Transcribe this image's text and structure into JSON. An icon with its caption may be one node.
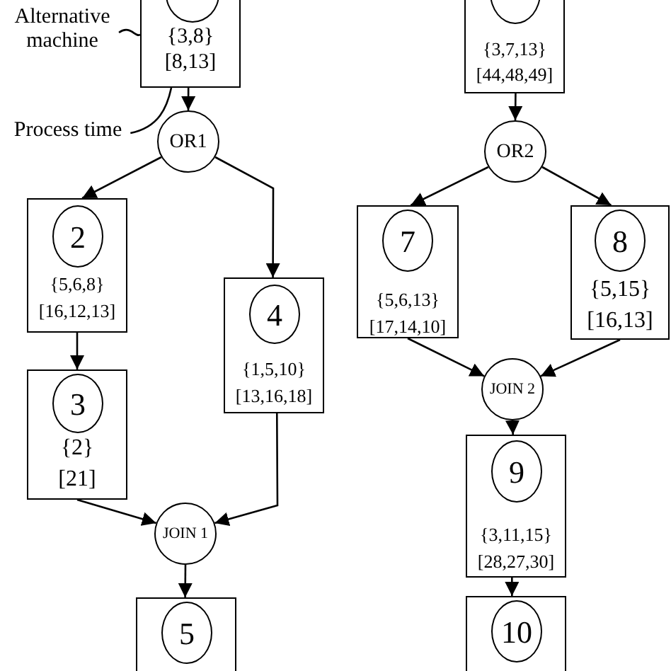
{
  "diagram": {
    "nodes": [
      {
        "text": [
          "Alternative machine"
        ]
      },
      {
        "text": [
          "Process time"
        ]
      },
      {
        "text": [
          "{3,8}",
          "[8,13]"
        ]
      },
      {
        "text": [],
        "shape": "circle",
        "in": 2
      },
      {
        "text": [
          "{3,7,13}",
          "[44,48,49]"
        ]
      },
      {
        "text": [],
        "shape": "circle",
        "in": 4
      },
      {
        "text": [
          "OR1"
        ]
      },
      {
        "text": [
          "OR2"
        ]
      },
      {
        "text": [
          "{5,6,8}",
          "[16,12,13]"
        ]
      },
      {
        "text": [
          "2"
        ],
        "in": 8
      },
      {
        "text": [
          "{1,5,10}",
          "[13,16,18]"
        ]
      },
      {
        "text": [
          "4"
        ],
        "in": 10
      },
      {
        "text": [
          "{5,6,13}",
          "[17,14,10]"
        ]
      },
      {
        "text": [
          "7"
        ],
        "in": 12
      },
      {
        "text": [
          "{5,15}",
          "[16,13]"
        ]
      },
      {
        "text": [
          "8"
        ],
        "in": 14
      },
      {
        "text": [
          "{2}",
          "[21]"
        ]
      },
      {
        "text": [
          "3"
        ],
        "in": 16
      },
      {
        "text": [
          "JOIN 1"
        ]
      },
      {
        "text": [
          "JOIN 2"
        ]
      },
      {
        "text": [
          "{3,11,15}",
          "[28,27,30]"
        ]
      },
      {
        "text": [
          "9"
        ],
        "in": 20
      },
      {
        "text": [],
        "shape": "box"
      },
      {
        "text": [
          "5"
        ],
        "in": 22
      },
      {
        "text": [],
        "shape": "box"
      },
      {
        "text": [
          "10"
        ],
        "in": 24
      }
    ],
    "edges": [
      {
        "from": 0,
        "to": 2,
        "arrow": "none"
      },
      {
        "from": 1,
        "to": 2,
        "arrow": "none"
      },
      {
        "from": 2,
        "to": 6,
        "arrow": "to"
      },
      {
        "from": 4,
        "to": 7,
        "arrow": "to"
      },
      {
        "from": 6,
        "to": 8,
        "arrow": "to"
      },
      {
        "from": 6,
        "to": 10,
        "arrow": "to"
      },
      {
        "from": 7,
        "to": 12,
        "arrow": "to"
      },
      {
        "from": 7,
        "to": 14,
        "arrow": "to"
      },
      {
        "from": 8,
        "to": 16,
        "arrow": "to"
      },
      {
        "from": 16,
        "to": 18,
        "arrow": "to"
      },
      {
        "from": 10,
        "to": 18,
        "arrow": "to"
      },
      {
        "from": 12,
        "to": 19,
        "arrow": "to"
      },
      {
        "from": 14,
        "to": 19,
        "arrow": "to"
      },
      {
        "from": 18,
        "to": 22,
        "arrow": "to"
      },
      {
        "from": 19,
        "to": 20,
        "arrow": "to"
      },
      {
        "from": 20,
        "to": 24,
        "arrow": "to"
      }
    ]
  }
}
